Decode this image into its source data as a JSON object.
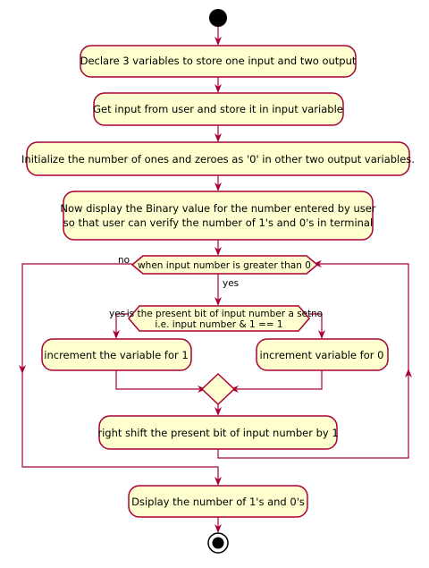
{
  "diagram": {
    "steps": {
      "declare": "Declare 3 variables to store one input and two output",
      "get_input": "Get input from user and store it in input variable",
      "initialize": "Initialize the number of ones and zeroes as '0' in other two output variables.",
      "display_binary_1": "Now display the Binary value for the number entered by user",
      "display_binary_2": "so that user can verify the number of 1's and 0's in terminal",
      "increment_ones": "increment the variable for 1",
      "increment_zeros": "increment variable for 0",
      "right_shift": "right shift the present bit of input number by 1",
      "display_result": "Dsiplay the number of 1's and 0's"
    },
    "loop": {
      "condition": "when input number is greater than 0",
      "no_label": "no",
      "yes_label": "yes"
    },
    "decision": {
      "line1": "is the present bit of input number a set",
      "line2": "i.e. input number & 1 == 1",
      "yes_label": "yes",
      "no_label": "no"
    }
  }
}
